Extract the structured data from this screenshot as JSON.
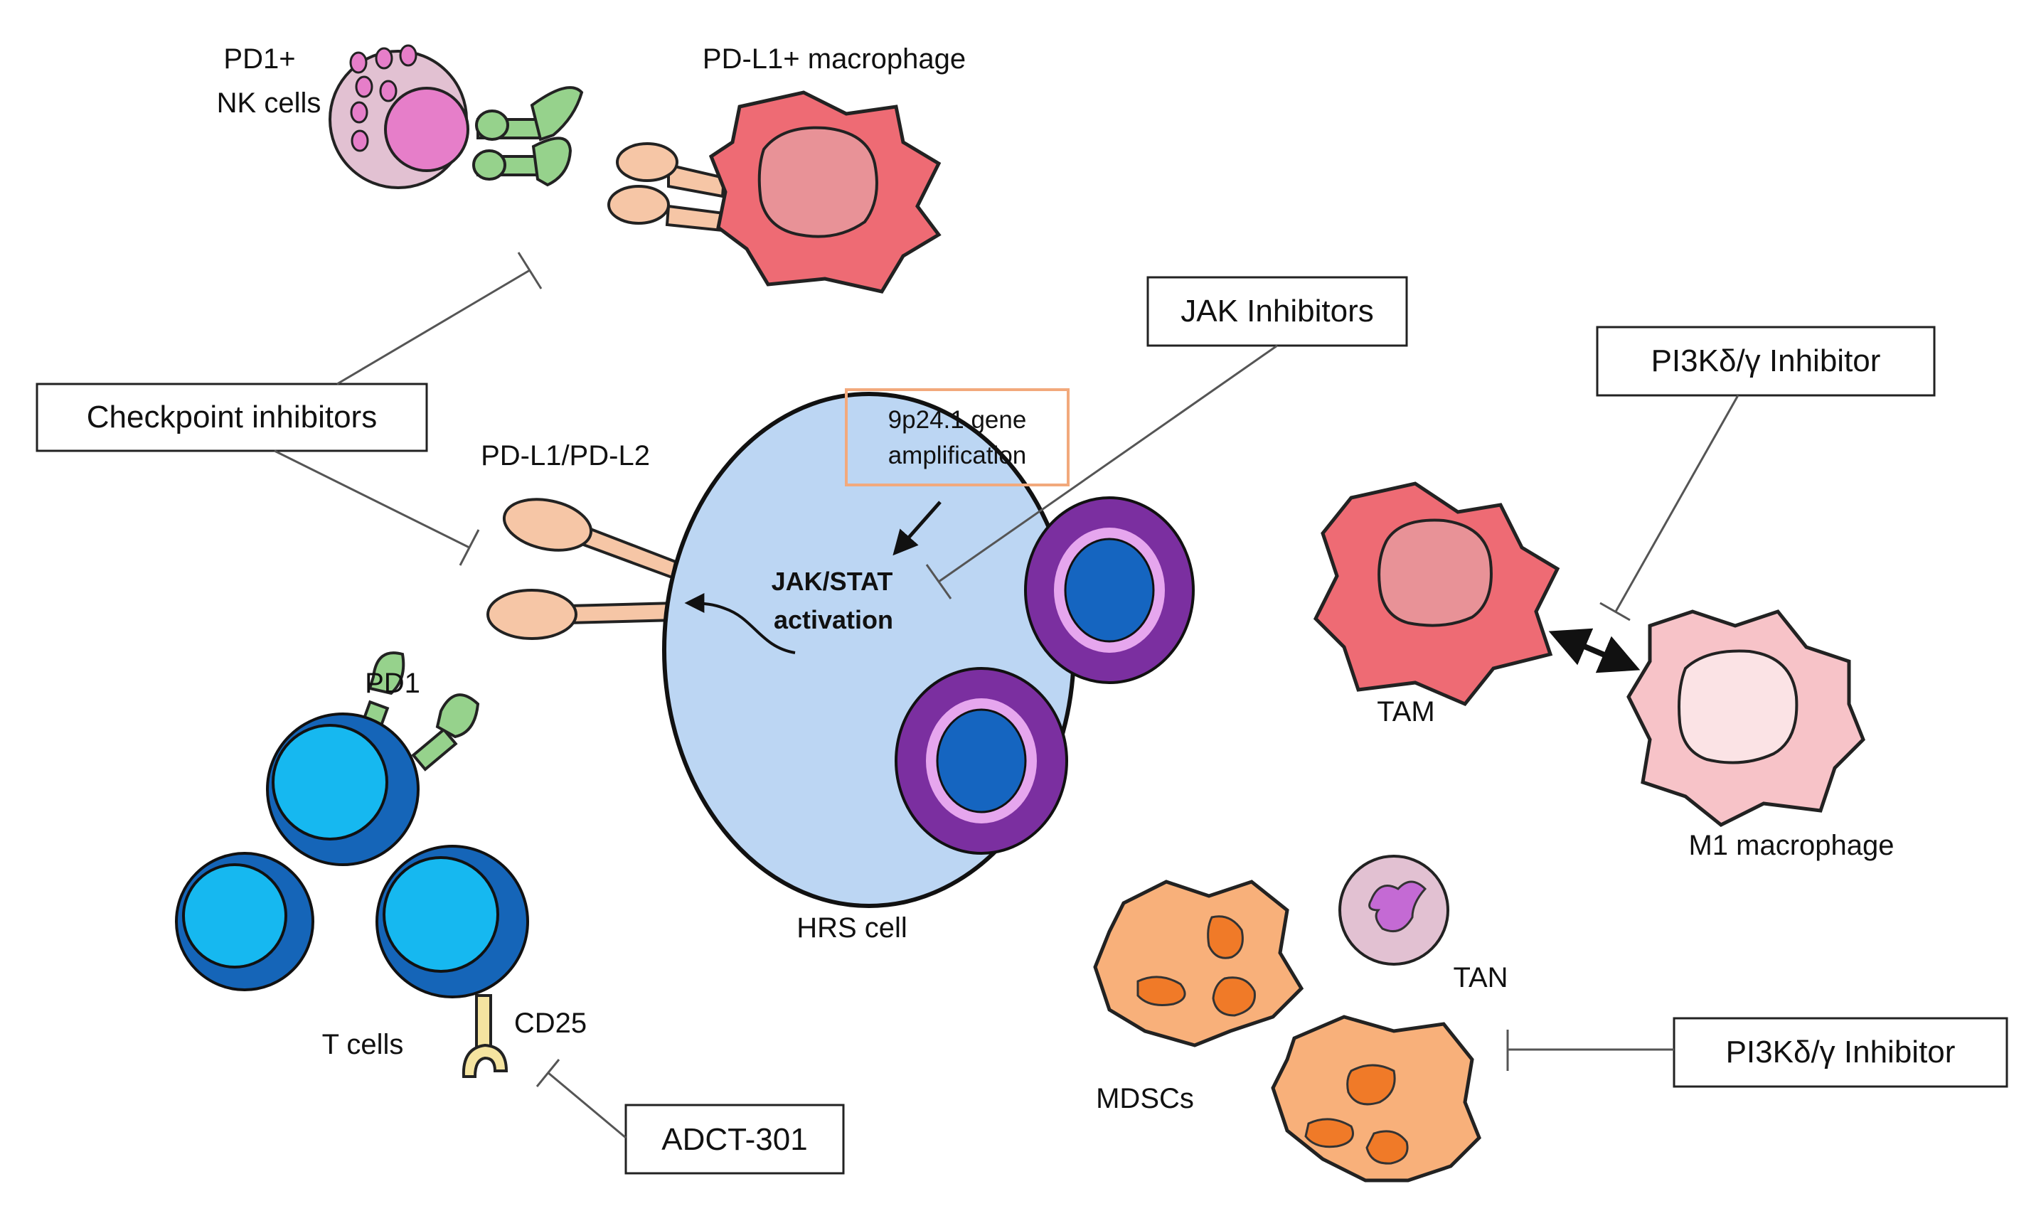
{
  "labels": {
    "pd1_nk_line1": "PD1+",
    "pd1_nk_line2": "NK cells",
    "pdl1_macrophage": "PD-L1+ macrophage",
    "pdl1_pdl2": "PD-L1/PD-L2",
    "gene_amp_line1": "9p24.1 gene",
    "gene_amp_line2": "amplification",
    "jak_stat_line1": "JAK/STAT",
    "jak_stat_line2": "activation",
    "hrs_cell": "HRS cell",
    "pd1": "PD1",
    "t_cells": "T cells",
    "cd25": "CD25",
    "tam": "TAM",
    "m1_macrophage": "M1 macrophage",
    "tan": "TAN",
    "mdscs": "MDSCs"
  },
  "boxes": {
    "checkpoint_inhibitors": "Checkpoint inhibitors",
    "jak_inhibitors": "JAK Inhibitors",
    "pi3k_inhibitor_top": "PI3Kδ/γ Inhibitor",
    "pi3k_inhibitor_bottom": "PI3Kδ/γ Inhibitor",
    "adct_301": "ADCT-301"
  },
  "colors": {
    "hrs_cell_fill": "#bcd6f3",
    "nucleus_purple": "#7b2fa0",
    "nucleus_ring": "#e6a6ee",
    "nucleus_core": "#1565c0",
    "t_cell_outer": "#1565b8",
    "t_cell_inner": "#16b8f0",
    "receptor_green": "#96d28c",
    "ligand_peach": "#f6c6a6",
    "macrophage_red": "#ee6b74",
    "m1_pink": "#f7c3c8",
    "mdsc_orange": "#f8b07a",
    "nk_cell_fill": "#e2c1d2",
    "nk_nucleus": "#e67ec9",
    "gene_box_border": "#f2a97c"
  }
}
